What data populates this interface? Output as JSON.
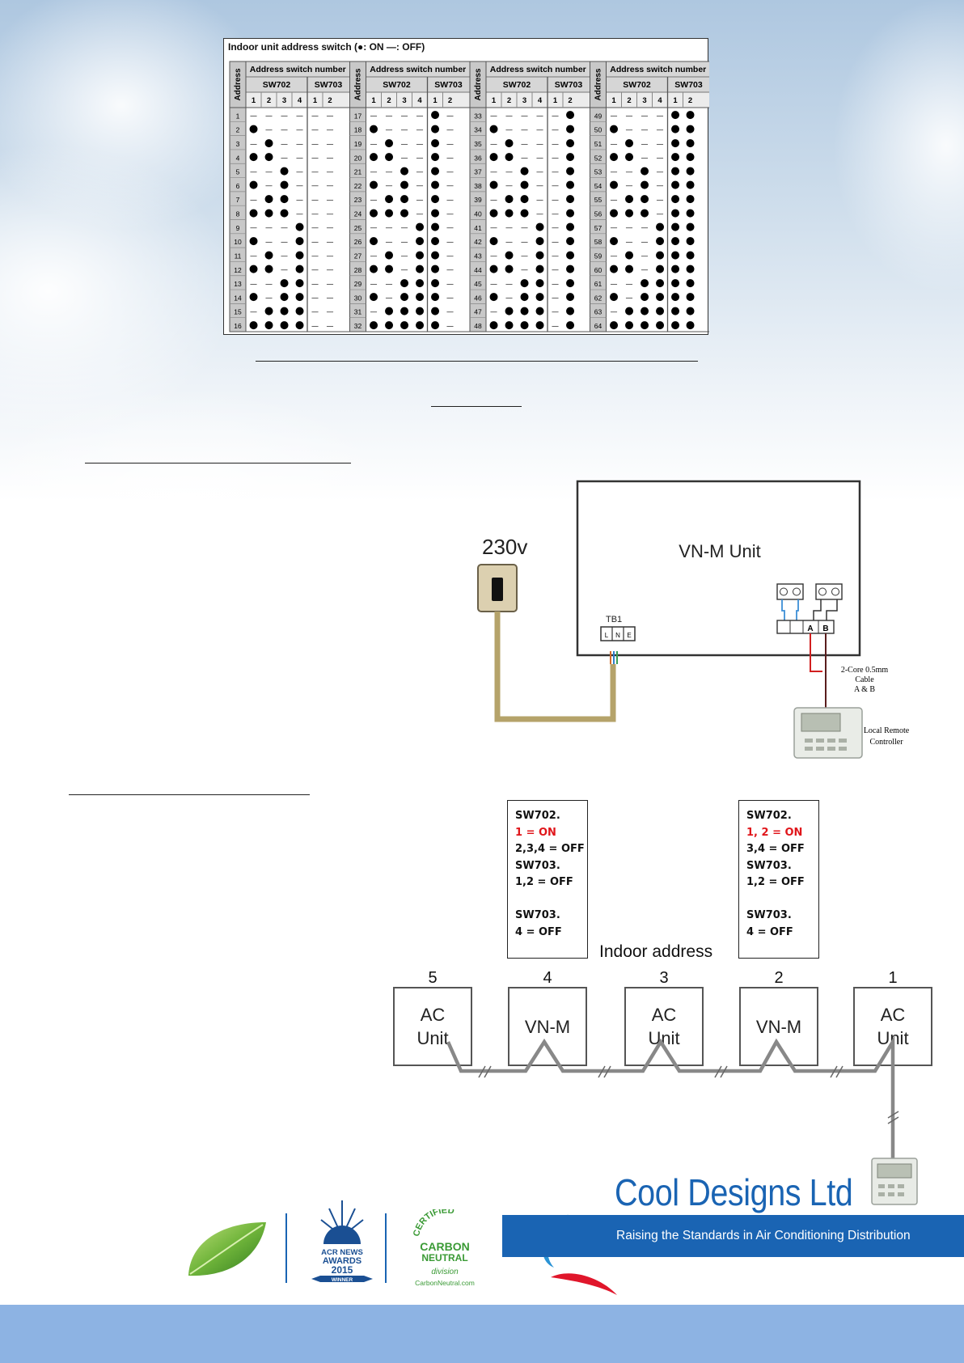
{
  "address_table": {
    "title": "Indoor unit address switch (●: ON   —: OFF)",
    "address_label": "Address",
    "group_label": "Address switch number",
    "sw702_label": "SW702",
    "sw703_label": "SW703",
    "sw702_bits": [
      "1",
      "2",
      "3",
      "4"
    ],
    "sw703_bits": [
      "1",
      "2"
    ],
    "on_symbol": "●",
    "off_symbol": "—",
    "addresses_per_block": 16,
    "block_count": 4
  },
  "wiring_diagram": {
    "supply_label": "230v",
    "unit_label": "VN-M Unit",
    "terminal_block_label": "TB1",
    "terminal_labels": [
      "L",
      "N",
      "E"
    ],
    "remote_terminal_labels": [
      "A",
      "B"
    ],
    "cable_label": [
      "2-Core 0.5mm",
      "Cable",
      "A & B"
    ],
    "remote_label": [
      "Local Remote",
      "Controller"
    ]
  },
  "network_diagram": {
    "caption": "Indoor address",
    "units": [
      {
        "number": "5",
        "label": [
          "AC",
          "Unit"
        ]
      },
      {
        "number": "4",
        "label": [
          "VN-M"
        ]
      },
      {
        "number": "3",
        "label": [
          "AC",
          "Unit"
        ]
      },
      {
        "number": "2",
        "label": [
          "VN-M"
        ]
      },
      {
        "number": "1",
        "label": [
          "AC",
          "Unit"
        ]
      }
    ],
    "switch_boxes": [
      {
        "unit": "4",
        "lines": [
          {
            "text": "SW702.",
            "red": false
          },
          {
            "text": "1 = ON",
            "red": true
          },
          {
            "text": "2,3,4 = OFF",
            "red": false
          },
          {
            "text": "SW703.",
            "red": false
          },
          {
            "text": "1,2 = OFF",
            "red": false
          },
          {
            "text": "",
            "red": false
          },
          {
            "text": "SW703.",
            "red": false
          },
          {
            "text": "4 = OFF",
            "red": false
          }
        ]
      },
      {
        "unit": "2",
        "lines": [
          {
            "text": "SW702.",
            "red": false
          },
          {
            "text": "1, 2 = ON",
            "red": true
          },
          {
            "text": "3,4 = OFF",
            "red": false
          },
          {
            "text": "SW703.",
            "red": false
          },
          {
            "text": "1,2 = OFF",
            "red": false
          },
          {
            "text": "",
            "red": false
          },
          {
            "text": "SW703.",
            "red": false
          },
          {
            "text": "4 = OFF",
            "red": false
          }
        ]
      }
    ]
  },
  "logos": {
    "acr_award": [
      "ACR NEWS",
      "AWARDS",
      "2015",
      "WINNER"
    ],
    "carbon_neutral": [
      "CERTIFIED",
      "CARBON",
      "NEUTRAL",
      "division",
      "CarbonNeutral.com"
    ],
    "company_name": "Cool Designs Ltd",
    "company_tagline": "Raising the Standards in Air Conditioning Distribution"
  },
  "colors": {
    "accent_blue": "#1a64b3",
    "red": "#e0161b",
    "footer_band": "#8db3e3",
    "cable_tan": "#b5a36a"
  }
}
